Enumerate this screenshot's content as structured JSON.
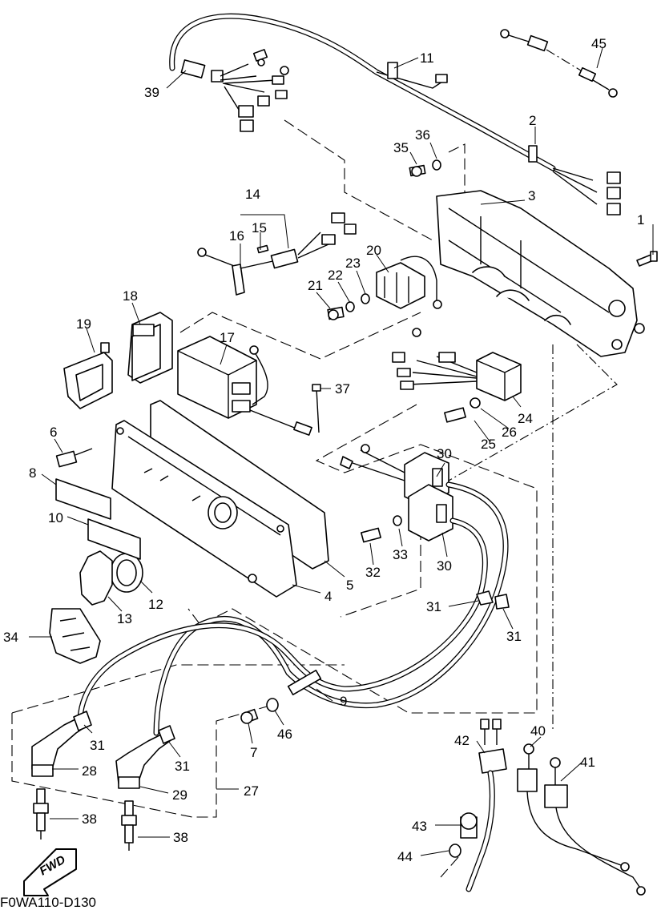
{
  "diagram": {
    "figure_code": "F0WA110-D130",
    "direction_label": "FWD",
    "callouts": [
      "1",
      "2",
      "3",
      "4",
      "5",
      "6",
      "8",
      "10",
      "11",
      "12",
      "13",
      "14",
      "15",
      "16",
      "17",
      "18",
      "19",
      "20",
      "21",
      "22",
      "23",
      "24",
      "25",
      "26",
      "27",
      "28",
      "29",
      "30",
      "30",
      "31",
      "31",
      "31",
      "31",
      "32",
      "33",
      "34",
      "35",
      "36",
      "37",
      "38",
      "38",
      "39",
      "40",
      "41",
      "42",
      "43",
      "44",
      "45",
      "46",
      "7",
      "9"
    ]
  }
}
